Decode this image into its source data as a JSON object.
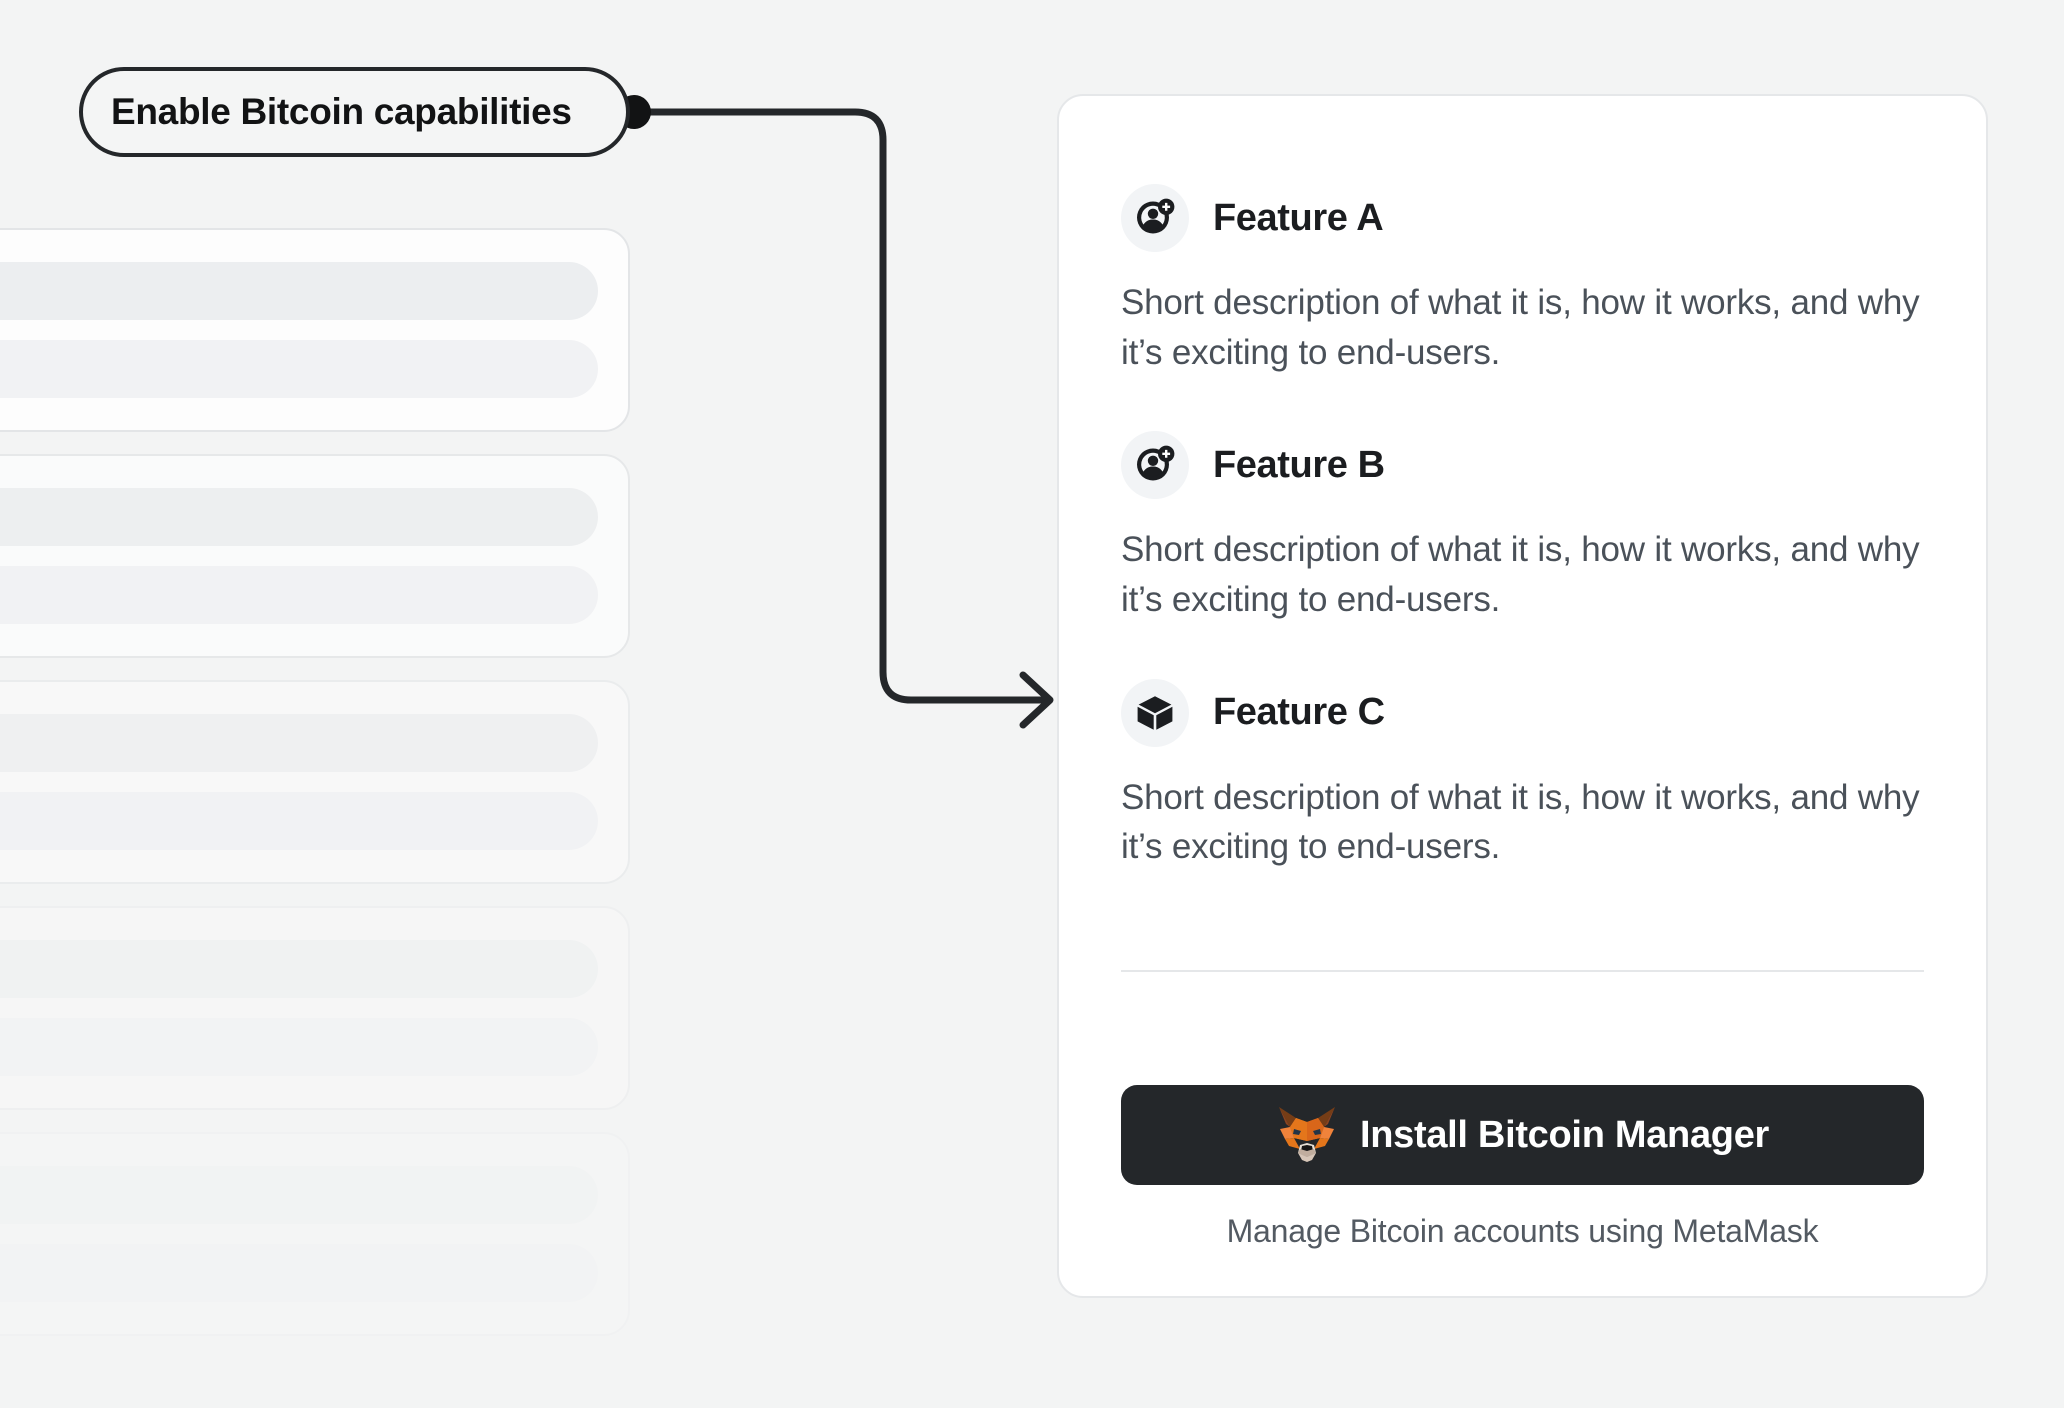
{
  "background_color": "#f3f4f4",
  "annotation": {
    "label": "Enable Bitcoin capabilities",
    "dot_color": "#121314",
    "line_color": "#24272a",
    "connector_icon": "arrow-right-icon",
    "anchor_dot_name": "connector-anchor-dot"
  },
  "skeleton": {
    "name": "placeholder-account-list",
    "card_count": 5,
    "bars_per_card": 2
  },
  "card": {
    "features": [
      {
        "icon": "account-add-icon",
        "title": "Feature A",
        "description": "Short description of what it is, how it works, and why it’s exciting to end-users."
      },
      {
        "icon": "account-add-icon",
        "title": "Feature B",
        "description": "Short description of what it is, how it works, and why it’s exciting to end-users."
      },
      {
        "icon": "cube-icon",
        "title": "Feature C",
        "description": "Short description of what it is, how it works, and why it’s exciting to end-users."
      }
    ],
    "footer": {
      "install_button_label": "Install Bitcoin Manager",
      "install_button_icon": "metamask-fox-icon",
      "install_button_color": "#24272a",
      "caption": "Manage Bitcoin accounts using MetaMask"
    }
  },
  "colors": {
    "accent_dark": "#24272a",
    "text_primary": "#1b1d20",
    "text_secondary": "#4a5159",
    "card_background": "#ffffff",
    "icon_badge": "#f2f4f6",
    "metamask_orange": "#e2761b"
  }
}
